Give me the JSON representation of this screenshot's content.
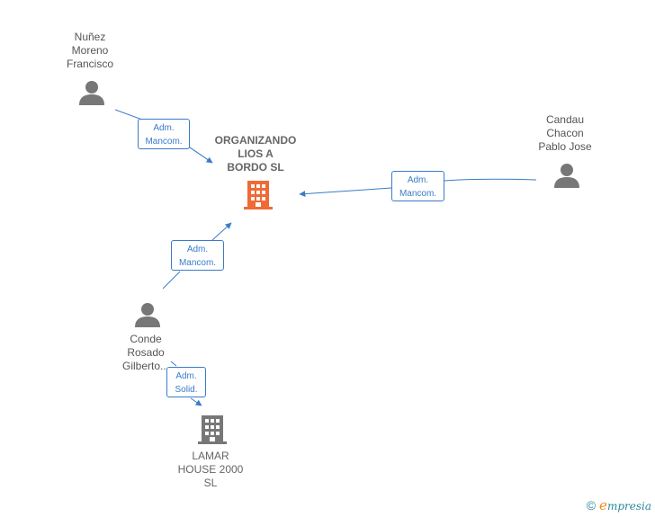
{
  "nodes": {
    "center_company": {
      "name": "ORGANIZANDO\nLIOS A\nBORDO  SL",
      "color": "#f06a35"
    },
    "person_nunez": {
      "name": "Nuñez\nMoreno\nFrancisco"
    },
    "person_candau": {
      "name": "Candau\nChacon\nPablo Jose"
    },
    "person_conde": {
      "name": "Conde\nRosado\nGilberto..."
    },
    "company_lamar": {
      "name": "LAMAR\nHOUSE 2000\nSL",
      "color": "#777777"
    }
  },
  "edges": [
    {
      "from": "person_nunez",
      "to": "center_company",
      "label": "Adm.\nMancom."
    },
    {
      "from": "person_candau",
      "to": "center_company",
      "label": "Adm.\nMancom."
    },
    {
      "from": "person_conde",
      "to": "center_company",
      "label": "Adm.\nMancom."
    },
    {
      "from": "person_conde",
      "to": "company_lamar",
      "label": "Adm.\nSolid."
    }
  ],
  "colors": {
    "edge": "#3a7bc8",
    "person_icon": "#777777"
  },
  "footer": {
    "copyright_symbol": "©",
    "brand_initial": "e",
    "brand_rest": "mpresia"
  }
}
